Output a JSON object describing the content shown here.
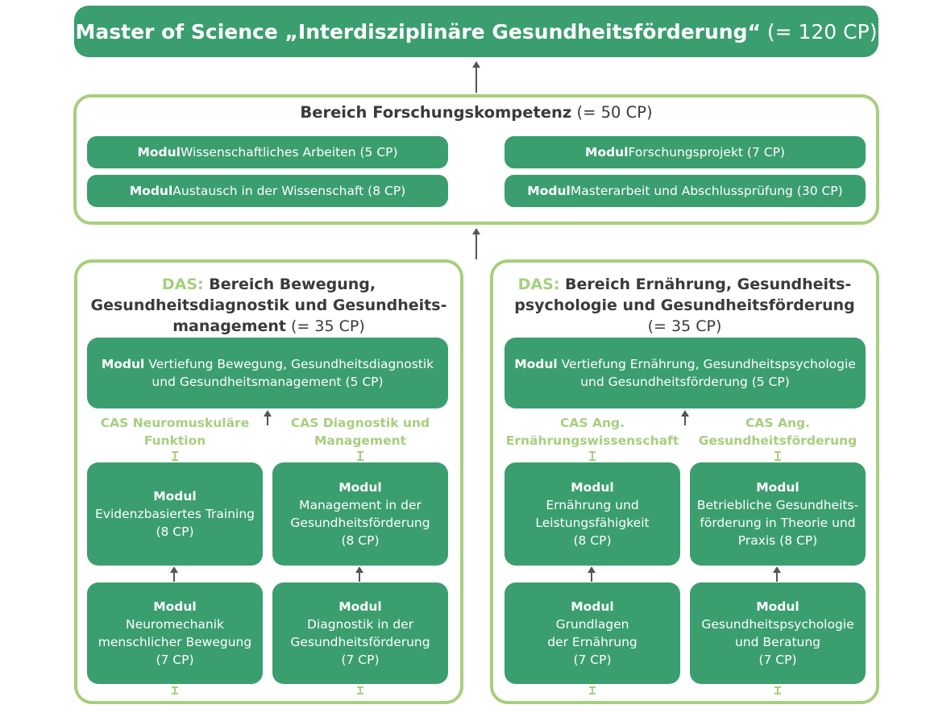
{
  "top": {
    "bold": "Master of Science „Interdisziplinäre Gesundheitsförderung“",
    "cp": " (= 120 CP)"
  },
  "research": {
    "title_bold": "Bereich Forschungskompetenz",
    "title_cp": " (= 50 CP)",
    "modules": [
      {
        "prefix": "Modul",
        "text": " Wissenschaftliches Arbeiten (5 CP)"
      },
      {
        "prefix": "Modul",
        "text": " Austausch in der Wissenschaft (8 CP)"
      },
      {
        "prefix": "Modul",
        "text": " Forschungsprojekt (7 CP)"
      },
      {
        "prefix": "Modul",
        "text": " Masterarbeit und Abschlussprüfung (30 CP)"
      }
    ]
  },
  "left": {
    "das": "DAS:",
    "line1": " Bereich Bewegung,",
    "line2": "Gesundheitsdiagnostik und Gesundheits-",
    "line3": "management",
    "cp": " (= 35 CP)",
    "wide_prefix": "Modul",
    "wide_line1": " Vertiefung Bewegung, Gesundheitsdiagnostik",
    "wide_line2": "und Gesundheitsmanagement (5 CP)",
    "cas1_l1": "CAS Neuromuskuläre",
    "cas1_l2": "Funktion",
    "cas2_l1": "CAS Diagnostik und",
    "cas2_l2": "Management",
    "m_upper_left": {
      "head": "Modul",
      "l1": "Evidenzbasiertes Training",
      "l2": "(8 CP)"
    },
    "m_upper_right": {
      "head": "Modul",
      "l1": "Management in der",
      "l2": "Gesundheitsförderung",
      "l3": "(8 CP)"
    },
    "m_lower_left": {
      "head": "Modul",
      "l1": "Neuromechanik",
      "l2": "menschlicher Bewegung",
      "l3": "(7 CP)"
    },
    "m_lower_right": {
      "head": "Modul",
      "l1": "Diagnostik in der",
      "l2": "Gesundheitsförderung",
      "l3": "(7 CP)"
    }
  },
  "right": {
    "das": "DAS:",
    "line1": " Bereich Ernährung, Gesundheits-",
    "line2": "psychologie und Gesundheitsförderung",
    "cp": "(= 35 CP)",
    "wide_prefix": "Modul",
    "wide_line1": " Vertiefung Ernährung, Gesundheitspsychologie",
    "wide_line2": "und Gesundheitsförderung (5 CP)",
    "cas1_l1": "CAS Ang.",
    "cas1_l2": "Ernährungswissenschaft",
    "cas2_l1": "CAS Ang.",
    "cas2_l2": "Gesundheitsförderung",
    "m_upper_left": {
      "head": "Modul",
      "l1": "Ernährung und",
      "l2": "Leistungsfähigkeit",
      "l3": "(8 CP)"
    },
    "m_upper_right": {
      "head": "Modul",
      "l1": "Betriebliche Gesundheits-",
      "l2": "förderung in Theorie und",
      "l3": "Praxis (8 CP)"
    },
    "m_lower_left": {
      "head": "Modul",
      "l1": "Grundlagen",
      "l2": "der Ernährung",
      "l3": "(7 CP)"
    },
    "m_lower_right": {
      "head": "Modul",
      "l1": "Gesundheitspsychologie",
      "l2": "und Beratung",
      "l3": "(7 CP)"
    }
  },
  "colors": {
    "dark_green": "#3b9e6e",
    "light_green": "#a6cf7e",
    "text": "#3a3a3a",
    "arrow": "#555555"
  }
}
